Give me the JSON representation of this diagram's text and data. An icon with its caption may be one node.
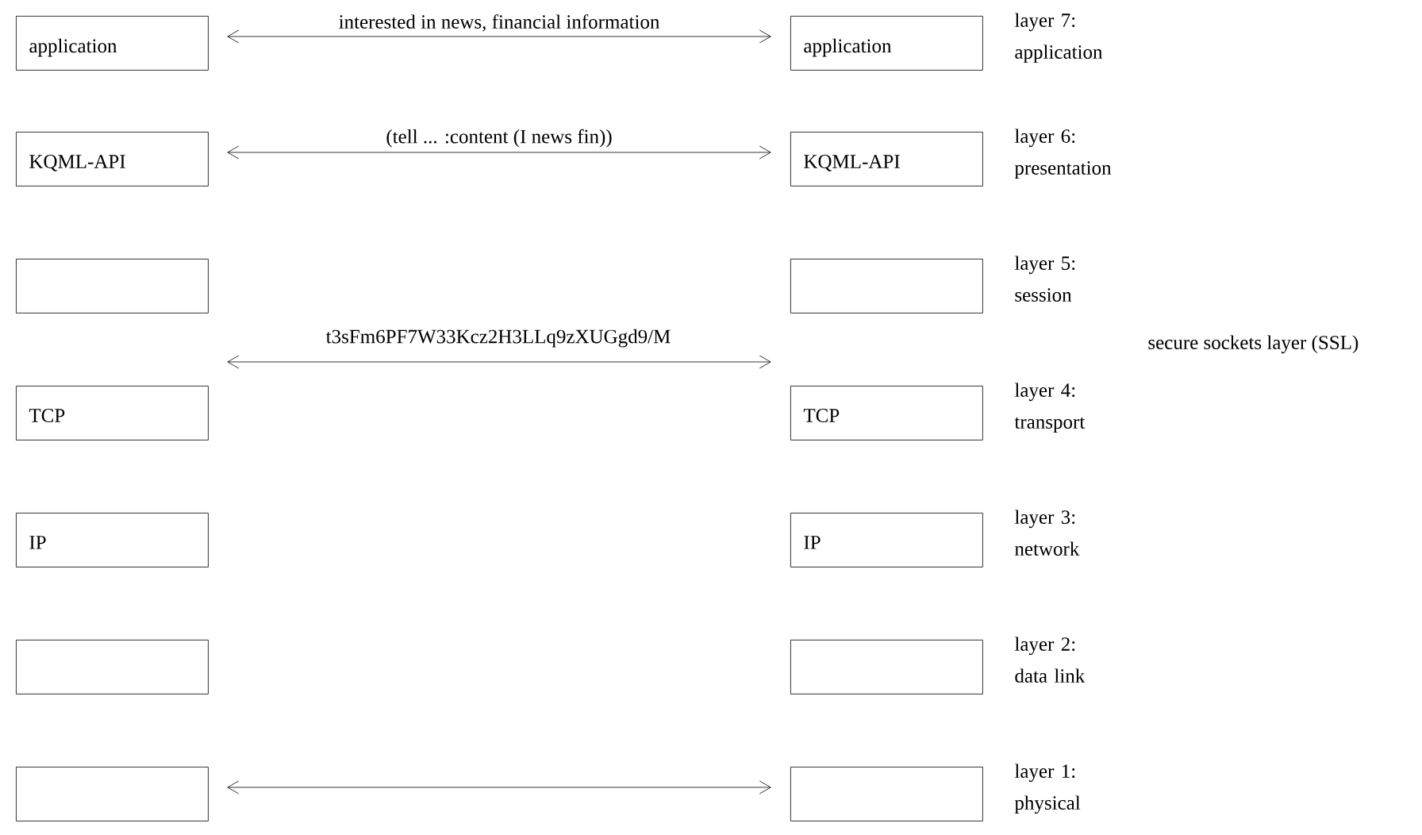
{
  "diagram": {
    "nodes": [
      {
        "text": [
          "application"
        ]
      },
      {
        "text": [
          "application"
        ],
        "beside": [
          "layer 7: application"
        ]
      },
      {
        "text": [
          "KQML-API"
        ]
      },
      {
        "text": [
          "KQML-API"
        ],
        "beside": [
          "layer 6: presentation"
        ]
      },
      {
        "text": [],
        "shape": "box"
      },
      {
        "text": [],
        "shape": "box",
        "beside": [
          "layer 5: session"
        ]
      },
      {
        "text": [
          "TCP"
        ]
      },
      {
        "text": [
          "TCP"
        ],
        "beside": [
          "layer 4: transport"
        ]
      },
      {
        "text": [
          "IP"
        ]
      },
      {
        "text": [
          "IP"
        ],
        "beside": [
          "layer 3: network"
        ]
      },
      {
        "text": [],
        "shape": "box"
      },
      {
        "text": [],
        "shape": "box",
        "beside": [
          "layer 2: data link"
        ]
      },
      {
        "text": [],
        "shape": "box"
      },
      {
        "text": [],
        "shape": "box",
        "beside": [
          "layer 1: physical"
        ]
      }
    ],
    "edges": [
      {
        "from": 0,
        "to": 1,
        "arrow": "both",
        "label": "interested in news, financial information"
      },
      {
        "from": 2,
        "to": 3,
        "arrow": "both",
        "label": "(tell ... :content (I news fin))"
      },
      {
        "from": 12,
        "to": 13,
        "arrow": "both"
      }
    ],
    "labels": [
      "t3sFm6PF7W33Kcz2H3LLq9zXUGgd9/M",
      "secure sockets layer (SSL)"
    ]
  }
}
